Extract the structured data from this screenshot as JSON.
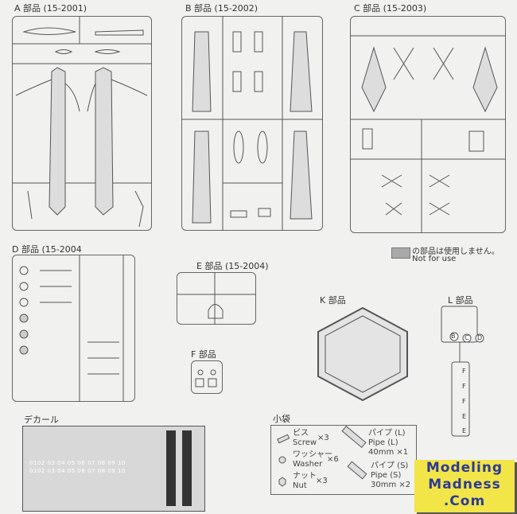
{
  "sections": {
    "a": {
      "label": "A 部品 (15-2001)"
    },
    "b": {
      "label": "B 部品 (15-2002)"
    },
    "c": {
      "label": "C 部品 (15-2003)"
    },
    "d": {
      "label": "D 部品 (15-2004"
    },
    "e": {
      "label": "E 部品 (15-2004)"
    },
    "f": {
      "label": "F 部品"
    },
    "k": {
      "label": "K 部品"
    },
    "l": {
      "label": "L 部品"
    },
    "decal": {
      "label": "デカール"
    }
  },
  "legend": {
    "jp": "の部品は使用しません。",
    "en": "Not for use",
    "swatch_color": "#a9a9a9"
  },
  "l_parts": [
    "B",
    "C",
    "D",
    "F",
    "F",
    "F",
    "E",
    "E"
  ],
  "decal_rows": [
    "0102 03 04 05 06 07 08 09 10",
    "0102 03 04 05 06 07 08 09 10"
  ],
  "small_bag": {
    "title": "小袋",
    "items": [
      {
        "jp": "ビス",
        "en": "Screw",
        "qty": "×3"
      },
      {
        "jp": "ワッシャー",
        "en": "Washer",
        "qty": "×6"
      },
      {
        "jp": "ナット",
        "en": "Nut",
        "qty": "×3"
      },
      {
        "jp": "パイプ (L)",
        "en": "Pipe (L)",
        "qty": "40mm ×1"
      },
      {
        "jp": "パイプ (S)",
        "en": "Pipe (S)",
        "qty": "30mm ×2"
      }
    ]
  },
  "watermark": {
    "line1": "Modeling",
    "line2": "Madness",
    "line3": ".Com",
    "bg": "#f2e547",
    "fg": "#2d3a96"
  }
}
